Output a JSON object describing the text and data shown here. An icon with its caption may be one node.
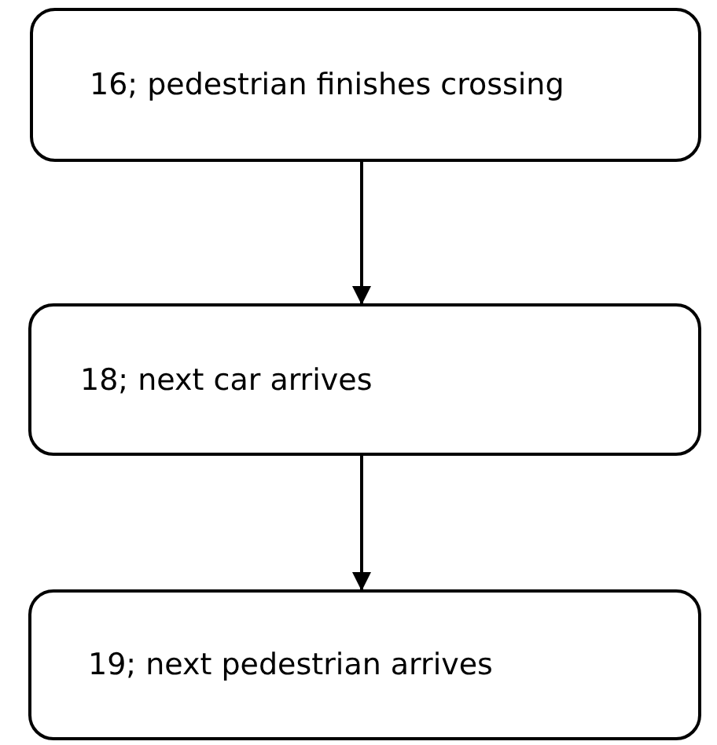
{
  "diagram": {
    "nodes": [
      {
        "text": [
          "16; pedestrian finishes crossing"
        ]
      },
      {
        "text": [
          "18; next car arrives"
        ]
      },
      {
        "text": [
          "19; next pedestrian arrives"
        ]
      }
    ],
    "edges": [
      {
        "from": 0,
        "to": 1,
        "arrow": "to"
      },
      {
        "from": 1,
        "to": 2,
        "arrow": "to"
      }
    ]
  }
}
